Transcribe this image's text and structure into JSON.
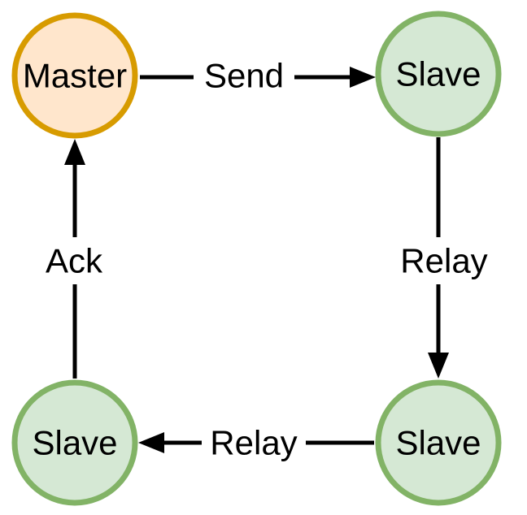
{
  "diagram": {
    "title": "master-slave-relay-cycle",
    "background": "#ffffff",
    "edge_color": "#000000",
    "text_color": "#000000",
    "nodes": {
      "master": {
        "label": "Master",
        "fill": "#ffe6cc",
        "stroke": "#d79b00"
      },
      "slave_top_right": {
        "label": "Slave",
        "fill": "#d5e8d4",
        "stroke": "#82b366"
      },
      "slave_bottom_right": {
        "label": "Slave",
        "fill": "#d5e8d4",
        "stroke": "#82b366"
      },
      "slave_bottom_left": {
        "label": "Slave",
        "fill": "#d5e8d4",
        "stroke": "#82b366"
      }
    },
    "edges": {
      "send": {
        "label": "Send",
        "from": "master",
        "to": "slave_top_right",
        "direction": "right"
      },
      "relay_right": {
        "label": "Relay",
        "from": "slave_top_right",
        "to": "slave_bottom_right",
        "direction": "down"
      },
      "relay_bottom": {
        "label": "Relay",
        "from": "slave_bottom_right",
        "to": "slave_bottom_left",
        "direction": "left"
      },
      "ack": {
        "label": "Ack",
        "from": "slave_bottom_left",
        "to": "master",
        "direction": "up"
      }
    }
  }
}
